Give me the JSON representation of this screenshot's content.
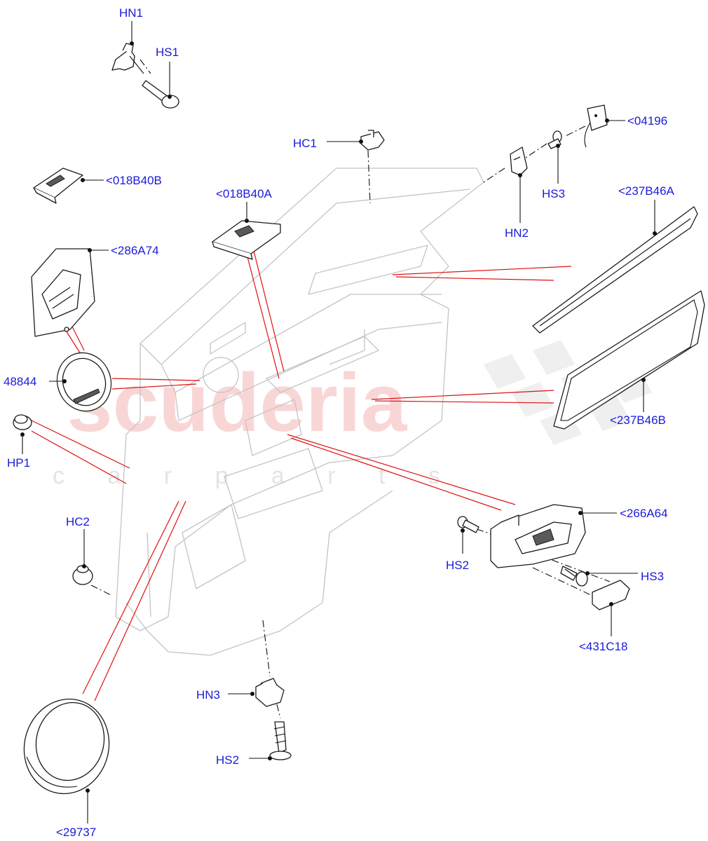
{
  "watermark": {
    "main": "scuderia",
    "sub": "c a r   p a r t s"
  },
  "labels": {
    "hn1": "HN1",
    "hs1": "HS1",
    "hc1": "HC1",
    "p04196": "<04196",
    "p018b40b": "<018B40B",
    "p018b40a": "<018B40A",
    "hs3_top": "HS3",
    "hn2": "HN2",
    "p237b46a": "<237B46A",
    "p286a74": "<286A74",
    "p48844": "48844",
    "p237b46b": "<237B46B",
    "hp1": "HP1",
    "p266a64": "<266A64",
    "hc2": "HC2",
    "hs2_right": "HS2",
    "hs3_right": "HS3",
    "p431c18": "<431C18",
    "hn3": "HN3",
    "hs2_bottom": "HS2",
    "p29737": "<29737"
  },
  "colors": {
    "label": "#1a1adc",
    "callout_red": "#e01010",
    "line": "#111111",
    "ghost": "#c4c4c4"
  }
}
